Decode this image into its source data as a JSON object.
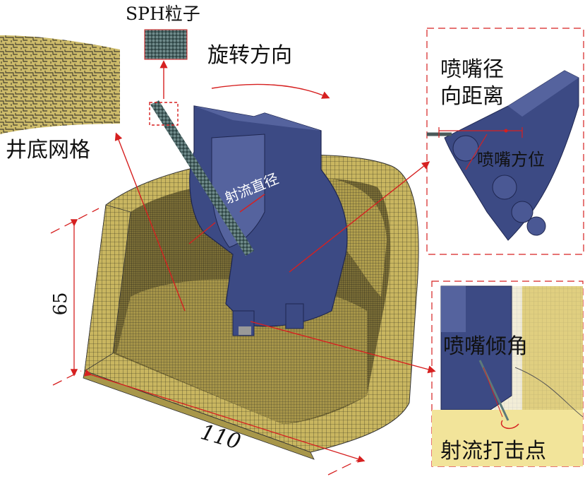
{
  "labels": {
    "sph_particles": "SPH粒子",
    "rotation_direction": "旋转方向",
    "well_bottom_mesh": "井底网格",
    "nozzle_radial_distance_line1": "喷嘴径",
    "nozzle_radial_distance_line2": "向距离",
    "nozzle_orientation": "喷嘴方位",
    "jet_diameter": "射流直径",
    "nozzle_inclination": "喷嘴倾角",
    "jet_impact_point": "射流打击点",
    "height_dimension": "65",
    "width_dimension": "110"
  },
  "colors": {
    "mesh_gold": "#c9b660",
    "mesh_line": "#2a2a1a",
    "bit_blue": "#3c4a84",
    "bit_blue_light": "#55639e",
    "annotation_red": "#d62020",
    "particles": "#3d5a5a"
  }
}
